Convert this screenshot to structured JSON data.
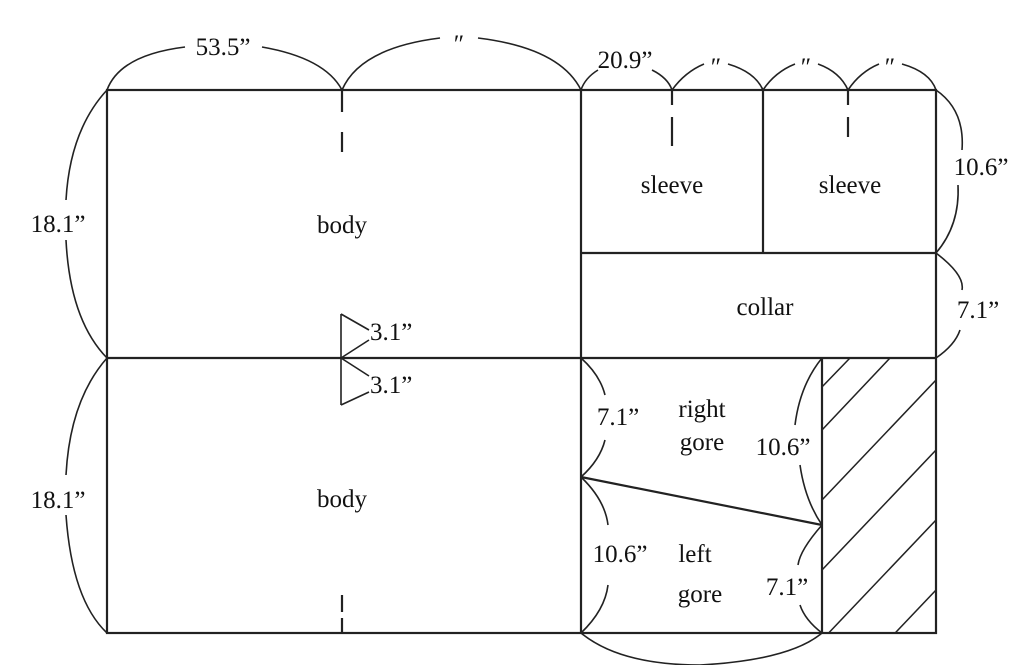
{
  "pieces": {
    "body_top": "body",
    "body_bottom": "body",
    "sleeve_left": "sleeve",
    "sleeve_right": "sleeve",
    "collar": "collar",
    "right_gore": [
      "right",
      "gore"
    ],
    "left_gore": [
      "left",
      "gore"
    ]
  },
  "dimensions": {
    "body_length": "53.5”",
    "same_mark": "″",
    "sleeve_width": "20.9”",
    "sleeve_height": "10.6”",
    "collar_height": "7.1”",
    "body_height_top": "18.1”",
    "body_height_bottom": "18.1”",
    "notch_top": "3.1”",
    "notch_bottom": "3.1”",
    "right_gore_left": "7.1”",
    "right_gore_right": "10.6”",
    "left_gore_left": "10.6”",
    "left_gore_right": "7.1”"
  }
}
